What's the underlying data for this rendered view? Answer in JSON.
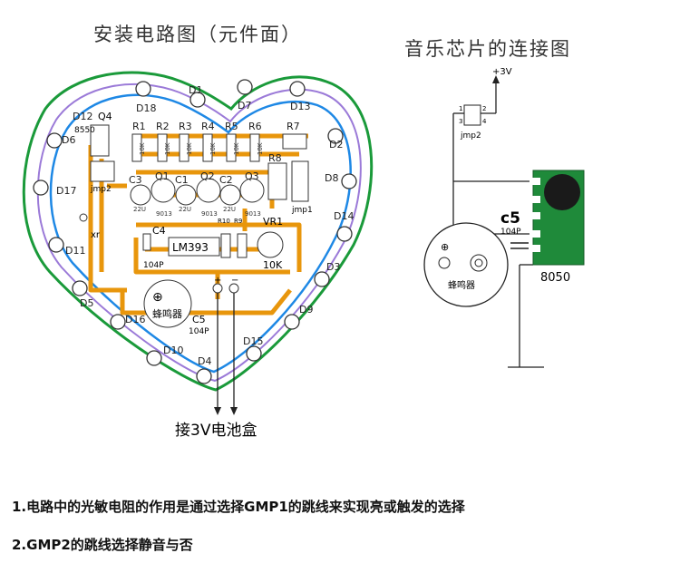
{
  "titles": {
    "left": "安装电路图（元件面）",
    "right": "音乐芯片的连接图"
  },
  "board": {
    "leds": [
      "D18",
      "D1",
      "D7",
      "D13",
      "D12",
      "D6",
      "D2",
      "D17",
      "D8",
      "D14",
      "D11",
      "D3",
      "D5",
      "D9",
      "D16",
      "D15",
      "D10",
      "D4"
    ],
    "transistors": [
      "Q4",
      "Q1",
      "Q2",
      "Q3"
    ],
    "q4_part": "8550",
    "q_parts": [
      "9013",
      "9013",
      "9013"
    ],
    "resistors": [
      "R1",
      "R2",
      "R3",
      "R4",
      "R5",
      "R6",
      "R7",
      "R8"
    ],
    "res_value": "10K",
    "caps": [
      "C3",
      "C1",
      "C2"
    ],
    "cap_value": "22U",
    "c4": "C4",
    "c4_value": "104P",
    "c5": "C5",
    "c5_value": "104P",
    "ic": "LM393",
    "r10": "R10",
    "r9": "R9",
    "vr": "VR1",
    "vr_value": "10K",
    "jmp1": "jmp1",
    "jmp2": "jmp2",
    "xr": "xr",
    "buzzer": "蜂鸣器",
    "battery_label": "接3V电池盒"
  },
  "chip": {
    "vcc": "+3V",
    "jmp": "jmp2",
    "pin1": "1",
    "pin2": "2",
    "pin3": "3",
    "pin4": "4",
    "c5": "c5",
    "c5_value": "104P",
    "transistor": "8050",
    "buzzer": "蜂鸣器"
  },
  "notes": [
    "1.电路中的光敏电阻的作用是通过选择GMP1的跳线来实现亮或触发的选择",
    "2.GMP2的跳线选择静音与否"
  ],
  "colors": {
    "trace": "#e8960c",
    "outline_green": "#1a9a3a",
    "outline_blue": "#1e88e5",
    "outline_purple": "#9b7ad8",
    "chip_green": "#1f8a3a"
  }
}
